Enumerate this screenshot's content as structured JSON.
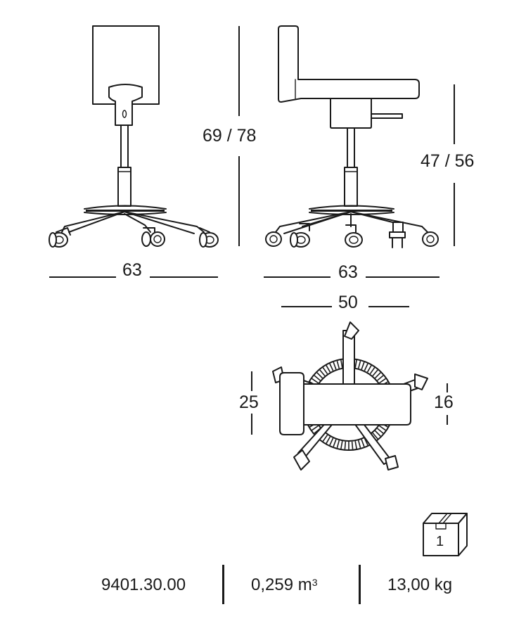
{
  "dimensions": {
    "front_height": "69 / 78",
    "side_seat_height": "47 / 56",
    "front_width": "63",
    "side_width": "63",
    "top_width": "50",
    "top_depth_left": "25",
    "top_depth_right": "16"
  },
  "package": {
    "count": "1"
  },
  "product": {
    "code": "9401.30.00",
    "volume": "0,259 m",
    "volume_unit_exp": "3",
    "weight": "13,00 kg"
  },
  "colors": {
    "line": "#1a1a1a",
    "background": "#ffffff"
  }
}
